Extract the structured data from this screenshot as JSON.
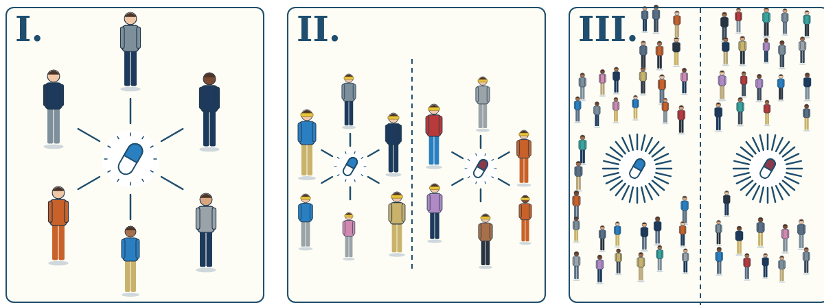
{
  "diagram": {
    "nodes": [
      {
        "text": [
          "I."
        ]
      },
      {
        "text": [
          "II."
        ]
      },
      {
        "text": [
          "III."
        ]
      }
    ]
  }
}
